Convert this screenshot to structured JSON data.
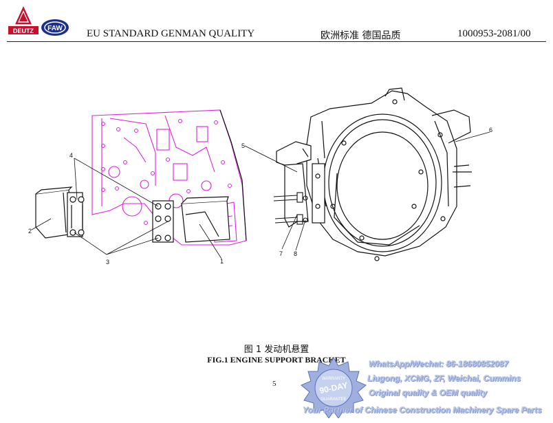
{
  "header": {
    "brand_deutz": "DEUTZ",
    "brand_faw": "FAW",
    "slogan_en": "EU STANDARD    GENMAN QUALITY",
    "slogan_cn": "欧洲标准  德国品质",
    "doc_number": "1000953-2081/00"
  },
  "figure": {
    "callouts": [
      "1",
      "2",
      "3",
      "4",
      "5",
      "6",
      "7",
      "8"
    ],
    "caption_cn": "图 1    发动机悬置",
    "caption_en": "FIG.1 ENGINE SUPPORT BRACKET"
  },
  "page_number": "5",
  "watermark": {
    "contact": "WhatsApp/Wechat: 86-18680852087",
    "brands": "Liugong, XCMG, ZF, Weichai, Cummins",
    "quality": "Original quality & OEM quality",
    "tagline": "Your Partner of Chinese Construction Machinery Spare Parts",
    "seal_top": "WARRANTY",
    "seal_main": "90-DAY",
    "seal_bottom": "GUARANTEE"
  },
  "colors": {
    "magenta": "#e020e0",
    "ink": "#111111",
    "watermark": "#8fa2d6"
  }
}
